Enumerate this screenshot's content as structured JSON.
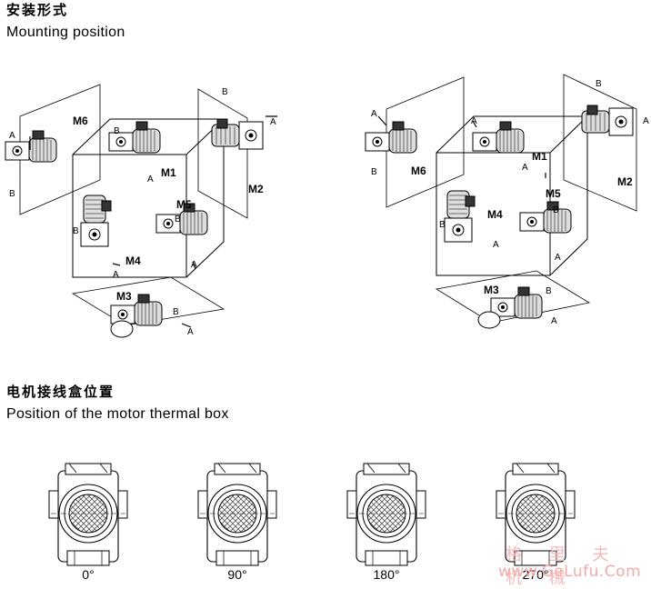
{
  "mounting": {
    "title_zh": "安装形式",
    "title_en": "Mounting position",
    "positions": [
      "M1",
      "M2",
      "M3",
      "M4",
      "M5",
      "M6"
    ],
    "side_labels": {
      "a": "A",
      "b": "B"
    }
  },
  "thermal_box": {
    "title_zh": "电机接线盒位置",
    "title_en": "Position of the motor thermal box",
    "angles": [
      "0°",
      "90°",
      "180°",
      "270°"
    ]
  },
  "watermark": {
    "text_zh": "格 里 夫 机 械",
    "url": "www.GeLufu.Com"
  }
}
